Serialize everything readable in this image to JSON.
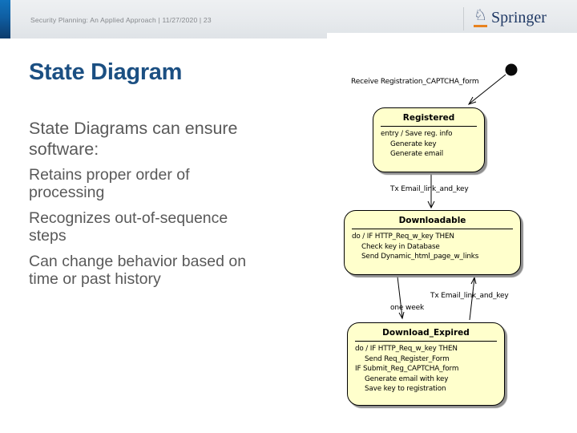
{
  "header": {
    "breadcrumb": "Security Planning: An Applied Approach | 11/27/2020 | 23",
    "logo_text": "Springer",
    "knight_glyph": "♘"
  },
  "title": "State Diagram",
  "body": {
    "heading": "State Diagrams can ensure software:",
    "points": [
      "Retains proper order of processing",
      "Recognizes out-of-sequence steps",
      "Can change behavior based on time or past history"
    ]
  },
  "diagram": {
    "initial_state": "start",
    "transitions": [
      {
        "label": "Receive Registration_CAPTCHA_form"
      },
      {
        "label": "Tx Email_link_and_key"
      },
      {
        "label": "one week"
      },
      {
        "label": "Tx Email_link_and_key"
      }
    ],
    "boxes": [
      {
        "title": "Registered",
        "lines": [
          "entry / Save reg. info",
          "Generate key",
          "Generate email"
        ]
      },
      {
        "title": "Downloadable",
        "lines": [
          "do / IF HTTP_Req_w_key THEN",
          "Check key in Database",
          "Send Dynamic_html_page_w_links"
        ]
      },
      {
        "title": "Download_Expired",
        "lines": [
          "do / IF HTTP_Req_w_key THEN",
          "Send Req_Register_Form",
          "IF Submit_Reg_CAPTCHA_form",
          "Generate email with key",
          "Save key to registration"
        ]
      }
    ],
    "colors": {
      "state_fill": "#FFFFCC",
      "state_border": "#000000",
      "state_shadow": "#909090"
    }
  },
  "colors": {
    "title_blue": "#1B4F82",
    "body_gray": "#595959",
    "springer_navy": "#1F3864",
    "springer_orange": "#E8821E",
    "bar_blue_top": "#1173BD",
    "bar_blue_bottom": "#0D3C6D"
  }
}
